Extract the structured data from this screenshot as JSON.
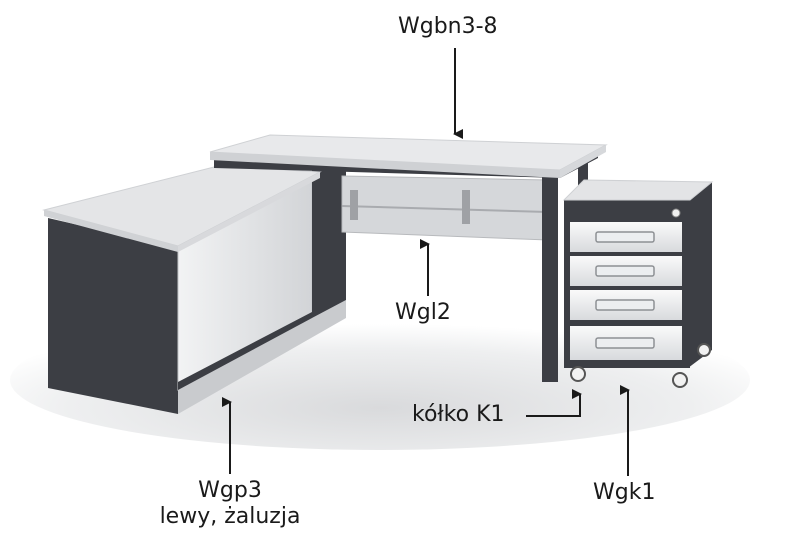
{
  "labels": {
    "desk_top": "Wgbn3-8",
    "modesty_panel": "Wgl2",
    "caster": "kółko K1",
    "cabinet_code": "Wgp3",
    "cabinet_desc": "lewy, żaluzja",
    "pedestal": "Wgk1"
  },
  "colors": {
    "graphite": "#3c3e44",
    "light_grey": "#e6e7e9",
    "arrow": "#1a1a1a"
  }
}
